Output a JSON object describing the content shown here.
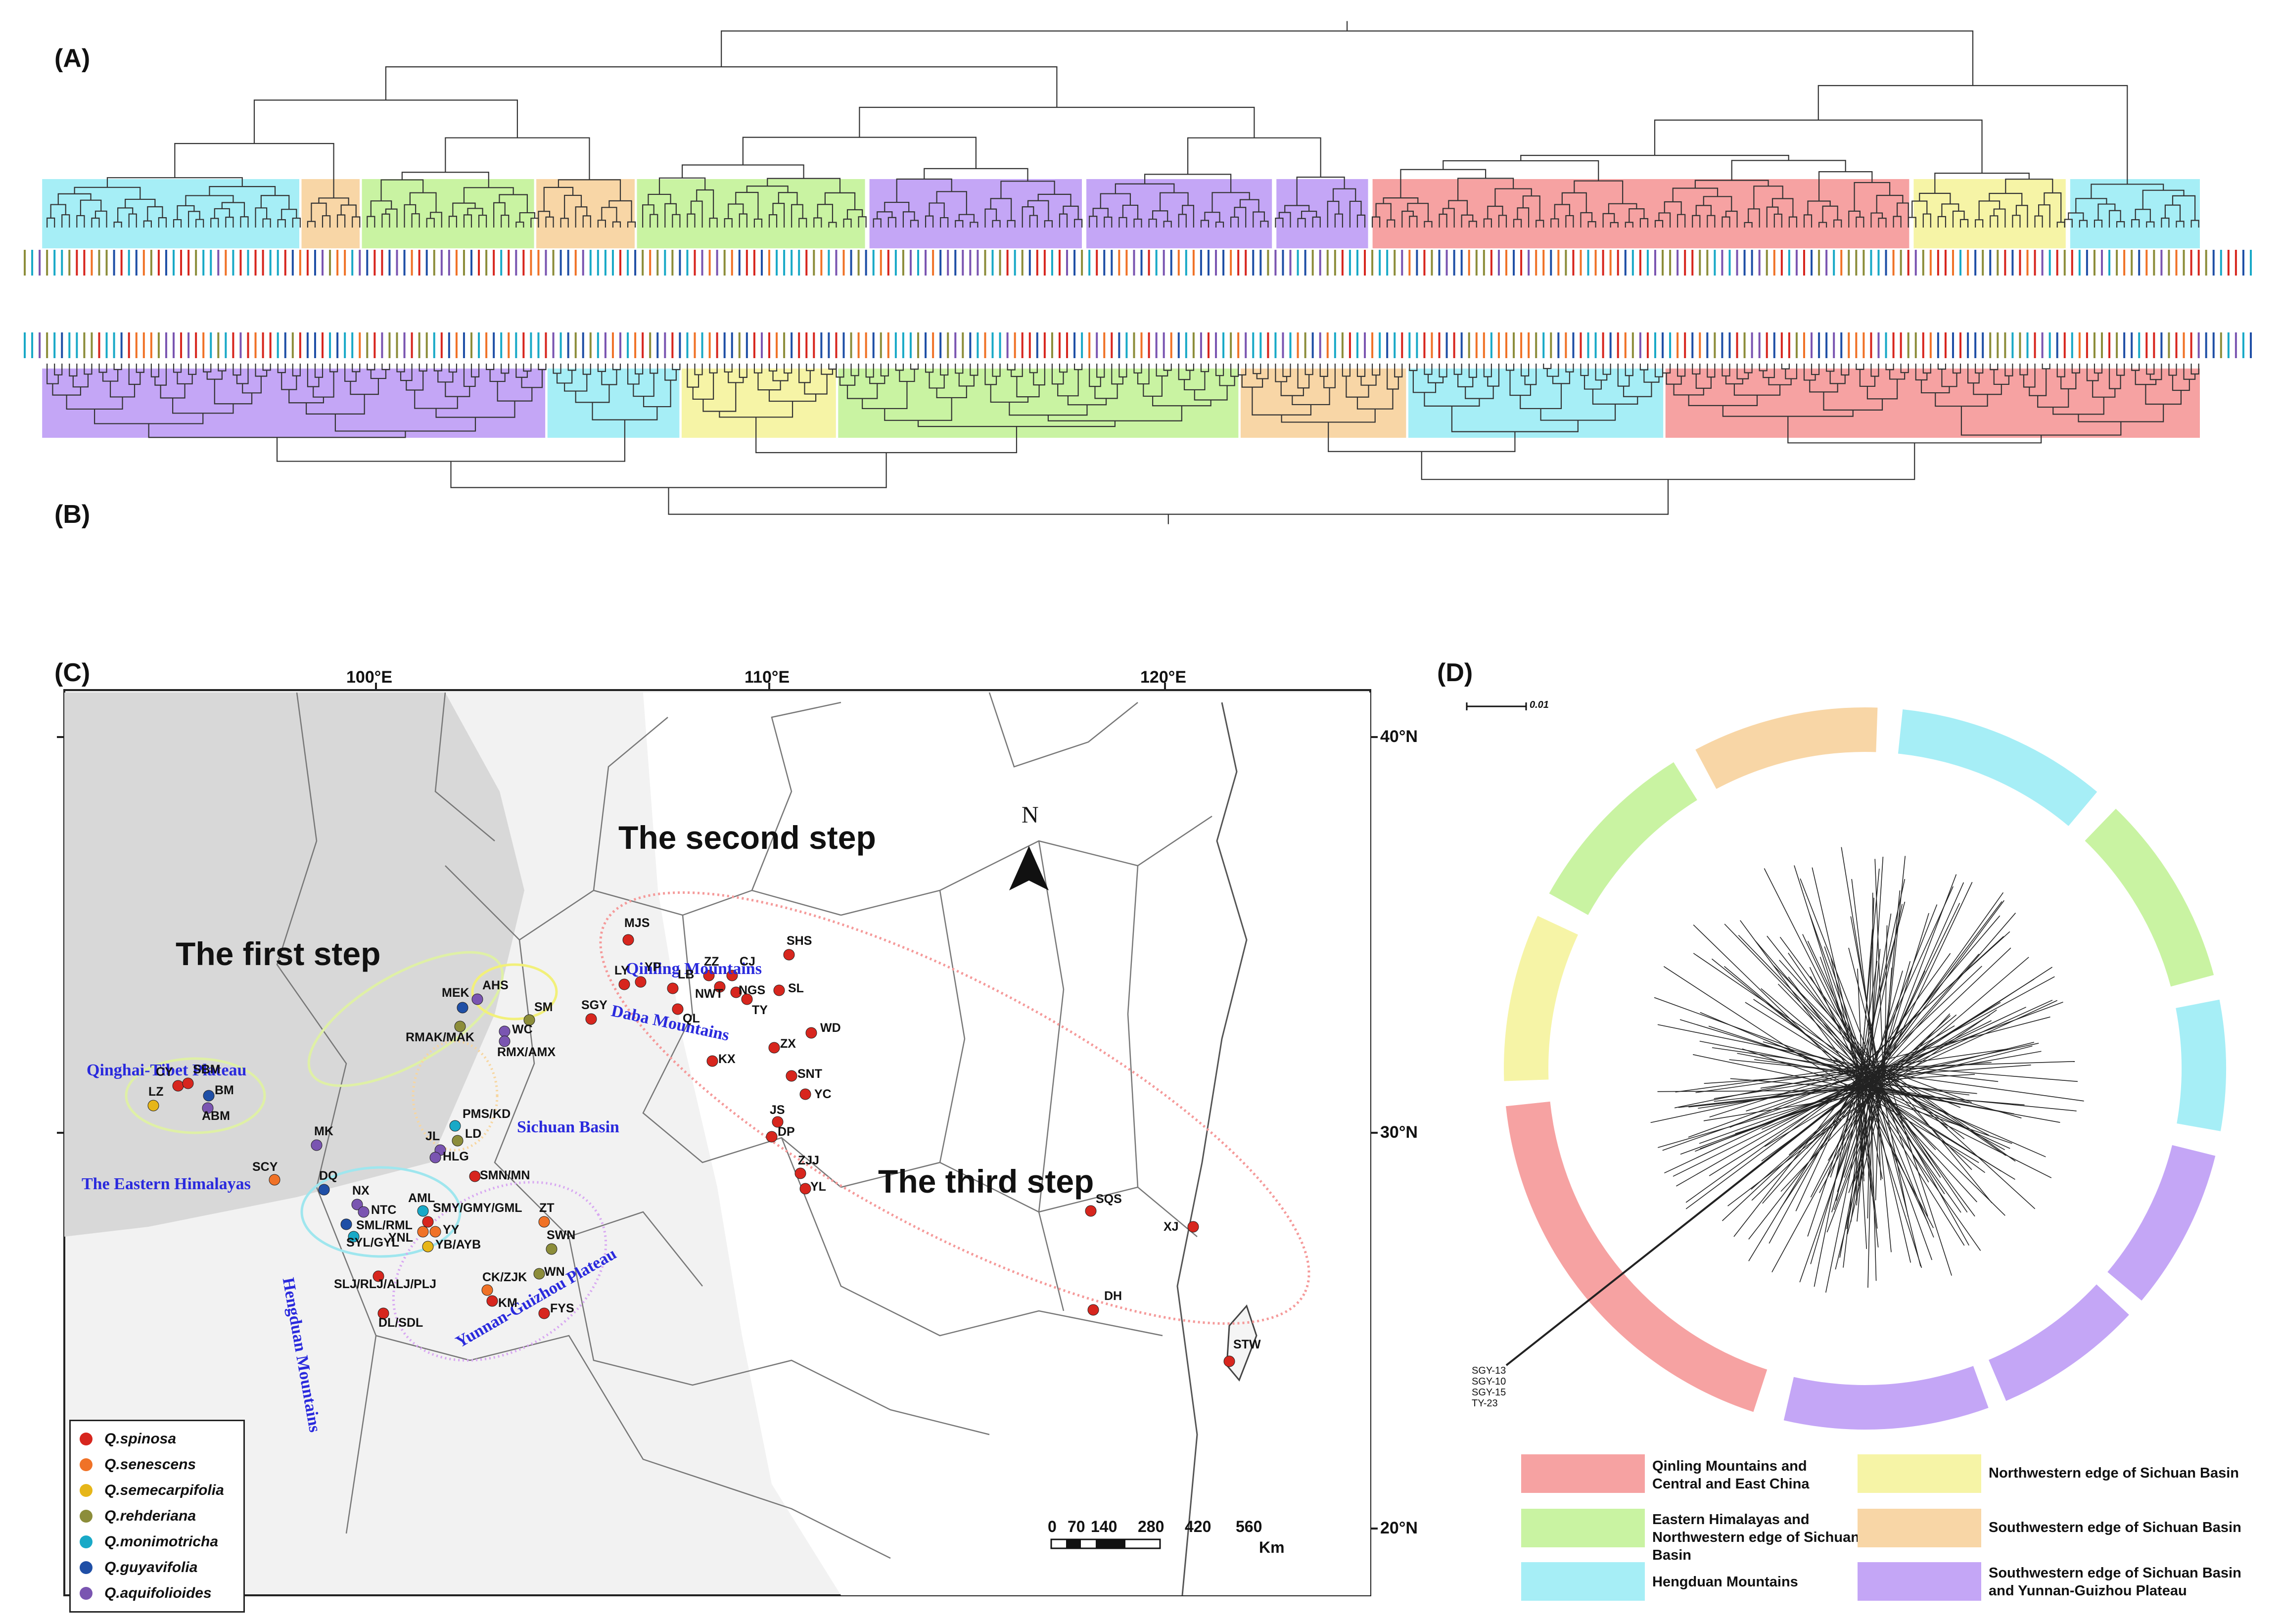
{
  "panels": {
    "a": "(A)",
    "b": "(B)",
    "c": "(C)",
    "d": "(D)"
  },
  "group_colors": {
    "hengduan": "#a6eef6",
    "sw_sichuan": "#f8d6a6",
    "himalaya": "#c9f3a2",
    "yunnan": "#c4a6f6",
    "qinling": "#f6a2a2",
    "nw_sichuan": "#f6f4a6"
  },
  "tree_a_blocks": [
    {
      "group": "hengduan",
      "span": [
        0.01,
        0.125
      ]
    },
    {
      "group": "sw_sichuan",
      "span": [
        0.126,
        0.152
      ]
    },
    {
      "group": "himalaya",
      "span": [
        0.153,
        0.23
      ]
    },
    {
      "group": "sw_sichuan",
      "span": [
        0.231,
        0.275
      ]
    },
    {
      "group": "himalaya",
      "span": [
        0.276,
        0.378
      ]
    },
    {
      "group": "yunnan",
      "span": [
        0.38,
        0.475
      ]
    },
    {
      "group": "yunnan",
      "span": [
        0.477,
        0.56
      ]
    },
    {
      "group": "yunnan",
      "span": [
        0.562,
        0.603
      ]
    },
    {
      "group": "qinling",
      "span": [
        0.605,
        0.845
      ]
    },
    {
      "group": "nw_sichuan",
      "span": [
        0.847,
        0.915
      ]
    },
    {
      "group": "hengduan",
      "span": [
        0.917,
        0.975
      ]
    }
  ],
  "tree_b_blocks": [
    {
      "group": "yunnan",
      "span": [
        0.01,
        0.235
      ]
    },
    {
      "group": "hengduan",
      "span": [
        0.236,
        0.295
      ]
    },
    {
      "group": "nw_sichuan",
      "span": [
        0.296,
        0.365
      ]
    },
    {
      "group": "himalaya",
      "span": [
        0.366,
        0.545
      ]
    },
    {
      "group": "sw_sichuan",
      "span": [
        0.546,
        0.62
      ]
    },
    {
      "group": "hengduan",
      "span": [
        0.621,
        0.735
      ]
    },
    {
      "group": "qinling",
      "span": [
        0.736,
        0.975
      ]
    }
  ],
  "map": {
    "longitudes": [
      "100°E",
      "110°E",
      "120°E"
    ],
    "latitudes": [
      "40°N",
      "30°N",
      "20°N"
    ],
    "steps": [
      "The first step",
      "The second step",
      "The third step"
    ],
    "north": "N",
    "places": [
      {
        "name": "Qinghai-Tibet Plateau"
      },
      {
        "name": "The Eastern Himalayas"
      },
      {
        "name": "Hengduan Mountains"
      },
      {
        "name": "Qinling Mountains"
      },
      {
        "name": "Daba Mountains"
      },
      {
        "name": "Sichuan Basin"
      },
      {
        "name": "Yunnan-Guizhou Plateau"
      }
    ],
    "scale": {
      "ticks": [
        "0",
        "70",
        "140",
        "280",
        "420",
        "560"
      ],
      "unit": "Km"
    },
    "sites": [
      {
        "label": "MJS",
        "color": "spinosa"
      },
      {
        "label": "SHS",
        "color": "spinosa"
      },
      {
        "label": "LY",
        "color": "spinosa"
      },
      {
        "label": "YP",
        "color": "spinosa"
      },
      {
        "label": "LB",
        "color": "spinosa"
      },
      {
        "label": "ZZ",
        "color": "spinosa"
      },
      {
        "label": "CJ",
        "color": "spinosa"
      },
      {
        "label": "NWT",
        "color": "spinosa"
      },
      {
        "label": "NGS",
        "color": "spinosa"
      },
      {
        "label": "SL",
        "color": "spinosa"
      },
      {
        "label": "TY",
        "color": "spinosa"
      },
      {
        "label": "QL",
        "color": "spinosa"
      },
      {
        "label": "SGY",
        "color": "spinosa"
      },
      {
        "label": "WD",
        "color": "spinosa"
      },
      {
        "label": "ZX",
        "color": "spinosa"
      },
      {
        "label": "KX",
        "color": "spinosa"
      },
      {
        "label": "SNT",
        "color": "spinosa"
      },
      {
        "label": "YC",
        "color": "spinosa"
      },
      {
        "label": "JS",
        "color": "spinosa"
      },
      {
        "label": "DP",
        "color": "spinosa"
      },
      {
        "label": "ZJJ",
        "color": "spinosa"
      },
      {
        "label": "YL",
        "color": "spinosa"
      },
      {
        "label": "SQS",
        "color": "spinosa"
      },
      {
        "label": "XJ",
        "color": "spinosa"
      },
      {
        "label": "DH",
        "color": "spinosa"
      },
      {
        "label": "STW",
        "color": "spinosa"
      },
      {
        "label": "MEK",
        "color": "guyavifolia"
      },
      {
        "label": "AHS",
        "color": "aquifolioides"
      },
      {
        "label": "SM",
        "color": "rehderiana"
      },
      {
        "label": "WC",
        "color": "aquifolioides"
      },
      {
        "label": "RMAK/MAK",
        "color": "rehderiana"
      },
      {
        "label": "RMX/AMX",
        "color": "aquifolioides"
      },
      {
        "label": "CY",
        "color": "spinosa"
      },
      {
        "label": "SBM",
        "color": "spinosa"
      },
      {
        "label": "LZ",
        "color": "semecarpifolia"
      },
      {
        "label": "BM",
        "color": "guyavifolia"
      },
      {
        "label": "ABM",
        "color": "aquifolioides"
      },
      {
        "label": "MK",
        "color": "aquifolioides"
      },
      {
        "label": "SCY",
        "color": "senescens"
      },
      {
        "label": "PMS/KD",
        "color": "monimotricha"
      },
      {
        "label": "LD",
        "color": "rehderiana"
      },
      {
        "label": "JL",
        "color": "aquifolioides"
      },
      {
        "label": "HLG",
        "color": "aquifolioides"
      },
      {
        "label": "SMN/MN",
        "color": "spinosa"
      },
      {
        "label": "DQ",
        "color": "guyavifolia"
      },
      {
        "label": "NX",
        "color": "aquifolioides"
      },
      {
        "label": "NTC",
        "color": "aquifolioides"
      },
      {
        "label": "SML/RML",
        "color": "guyavifolia"
      },
      {
        "label": "SYL/GYL",
        "color": "monimotricha"
      },
      {
        "label": "AML",
        "color": "monimotricha"
      },
      {
        "label": "YNL",
        "color": "senescens"
      },
      {
        "label": "YY",
        "color": "senescens"
      },
      {
        "label": "SMY/GMY/GML",
        "color": "spinosa"
      },
      {
        "label": "YB/AYB",
        "color": "semecarpifolia"
      },
      {
        "label": "ZT",
        "color": "senescens"
      },
      {
        "label": "SWN",
        "color": "rehderiana"
      },
      {
        "label": "WN",
        "color": "rehderiana"
      },
      {
        "label": "SLJ/RLJ/ALJ/PLJ",
        "color": "spinosa"
      },
      {
        "label": "CK/ZJK",
        "color": "senescens"
      },
      {
        "label": "KM",
        "color": "spinosa"
      },
      {
        "label": "FYS",
        "color": "spinosa"
      },
      {
        "label": "DL/SDL",
        "color": "spinosa"
      }
    ]
  },
  "species_legend": [
    {
      "name": "Q.spinosa",
      "color": "#d7261e"
    },
    {
      "name": "Q.senescens",
      "color": "#f07227"
    },
    {
      "name": "Q.semecarpifolia",
      "color": "#e6b619"
    },
    {
      "name": "Q.rehderiana",
      "color": "#8c8d3a"
    },
    {
      "name": "Q.monimotricha",
      "color": "#19a9c7"
    },
    {
      "name": "Q.guyavifolia",
      "color": "#1f4fa6"
    },
    {
      "name": "Q.aquifolioides",
      "color": "#7a55b1"
    }
  ],
  "species_colors": {
    "spinosa": "#d7261e",
    "senescens": "#f07227",
    "semecarpifolia": "#e6b619",
    "rehderiana": "#8c8d3a",
    "monimotricha": "#19a9c7",
    "guyavifolia": "#1f4fa6",
    "aquifolioides": "#7a55b1"
  },
  "network": {
    "scale_label": "0.01",
    "outlier_labels": [
      "SGY-13",
      "SGY-10",
      "SGY-15",
      "TY-23"
    ]
  },
  "legend_d": [
    {
      "group": "qinling",
      "label": "Qinling Mountains and Central and East China"
    },
    {
      "group": "nw_sichuan",
      "label": "Northwestern edge of Sichuan Basin"
    },
    {
      "group": "himalaya",
      "label": "Eastern Himalayas and Northwestern edge of Sichuan Basin"
    },
    {
      "group": "sw_sichuan",
      "label": "Southwestern edge of Sichuan Basin"
    },
    {
      "group": "hengduan",
      "label": "Hengduan Mountains"
    },
    {
      "group": "yunnan",
      "label": "Southwestern edge of Sichuan Basin and Yunnan-Guizhou Plateau"
    }
  ]
}
